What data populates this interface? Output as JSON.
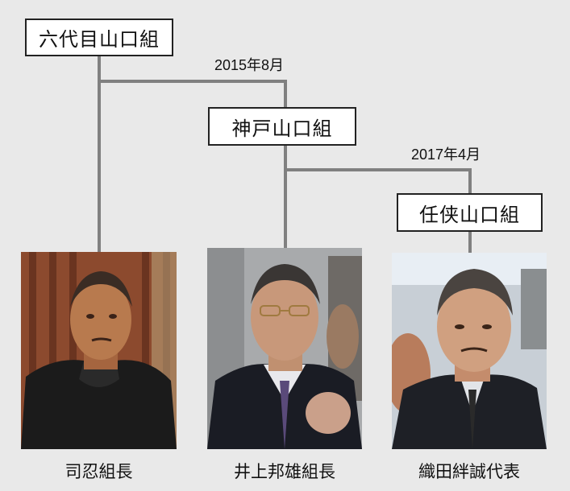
{
  "organizations": {
    "root": {
      "name": "六代目山口組"
    },
    "split_1": {
      "name": "神戸山口組",
      "date": "2015年8月"
    },
    "split_2": {
      "name": "任侠山口組",
      "date": "2017年4月"
    }
  },
  "leaders": [
    {
      "caption": "司忍組長",
      "photo": "portrait-photo"
    },
    {
      "caption": "井上邦雄組長",
      "photo": "portrait-photo"
    },
    {
      "caption": "織田絆誠代表",
      "photo": "portrait-photo"
    }
  ],
  "colors": {
    "background": "#e9e9e9",
    "connector": "#808080",
    "box_border": "#222222",
    "box_fill": "#ffffff"
  }
}
